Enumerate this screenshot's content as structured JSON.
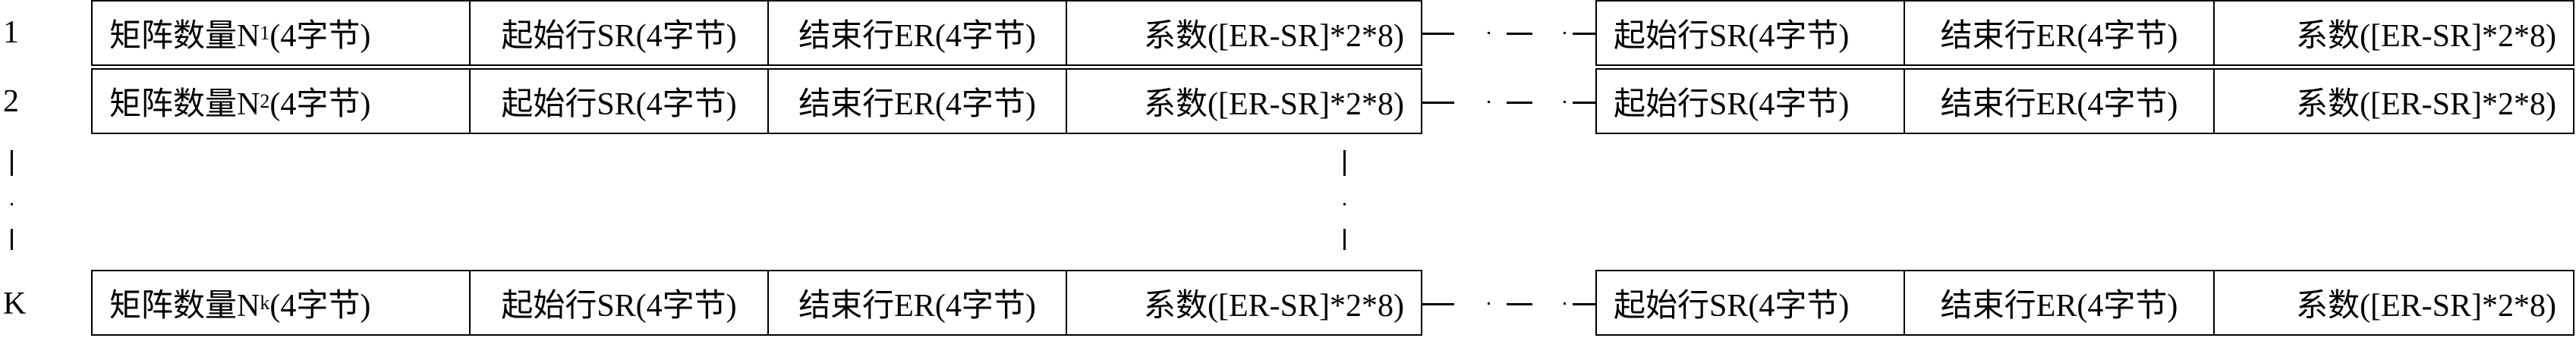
{
  "rows": [
    {
      "label": "1",
      "cells": {
        "count_prefix": "矩阵数量N",
        "count_sub": "1",
        "count_suffix": "(4字节)",
        "sr": "起始行SR(4字节)",
        "er": "结束行ER(4字节)",
        "coef": "系数([ER-SR]*2*8)",
        "sr2": "起始行SR(4字节)",
        "er2": "结束行ER(4字节)",
        "coef2": "系数([ER-SR]*2*8)"
      }
    },
    {
      "label": "2",
      "cells": {
        "count_prefix": "矩阵数量N",
        "count_sub": "2",
        "count_suffix": "(4字节)",
        "sr": "起始行SR(4字节)",
        "er": "结束行ER(4字节)",
        "coef": "系数([ER-SR]*2*8)",
        "sr2": "起始行SR(4字节)",
        "er2": "结束行ER(4字节)",
        "coef2": "系数([ER-SR]*2*8)"
      }
    },
    {
      "label": "K",
      "cells": {
        "count_prefix": "矩阵数量N",
        "count_sub": "k",
        "count_suffix": "(4字节)",
        "sr": "起始行SR(4字节)",
        "er": "结束行ER(4字节)",
        "coef": "系数([ER-SR]*2*8)",
        "sr2": "起始行SR(4字节)",
        "er2": "结束行ER(4字节)",
        "coef2": "系数([ER-SR]*2*8)"
      }
    }
  ]
}
